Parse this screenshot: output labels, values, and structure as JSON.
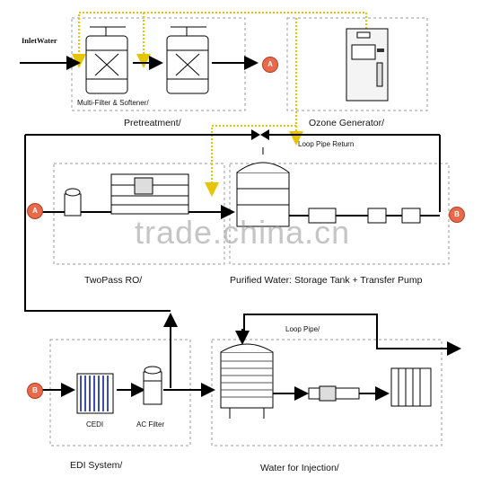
{
  "inlet_label": "InletWater",
  "sections": {
    "pretreatment": "Pretreatment/",
    "ozone": "Ozone  Generator/",
    "two_pass_ro": "TwoPass RO/",
    "purified": "Purified Water: Storage Tank  +  Transfer Pump",
    "edi_system": "EDI System/",
    "wfi": "Water for Injection/"
  },
  "labels": {
    "multi_filter": "Multi-Filter & Softener/",
    "loop_return": "Loop Pipe Return",
    "loop_pipe": "Loop Pipe/",
    "cedi": "CEDI",
    "ac_filter": "AC Filter"
  },
  "nodes": {
    "a": "A",
    "b": "B"
  },
  "watermark": "trade.china.cn",
  "colors": {
    "flow": "#000000",
    "ozone_line": "#e6c400",
    "node": "#e86a4a",
    "box": "#999999"
  }
}
